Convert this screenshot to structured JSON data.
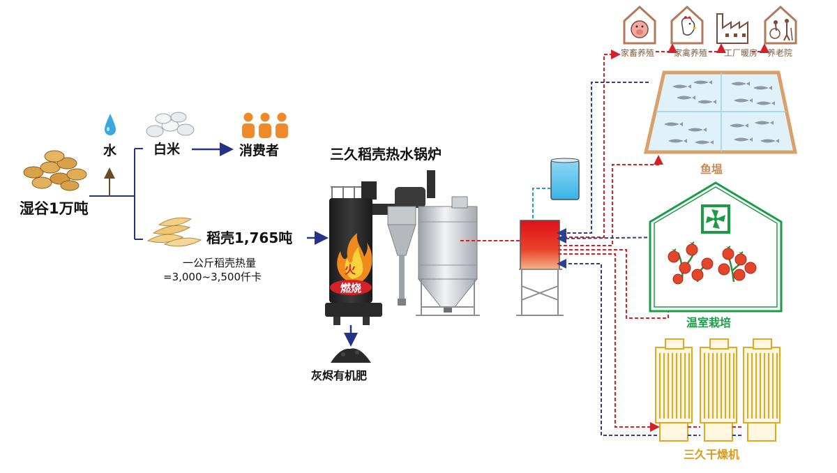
{
  "title": "三久稻壳热水锅炉",
  "input": {
    "label": "湿谷1万吨"
  },
  "water": {
    "label": "水"
  },
  "rice": {
    "label": "白米"
  },
  "consumer": {
    "label": "消费者"
  },
  "husk": {
    "label": "稻壳1,765吨",
    "note_line1": "一公斤稻壳热量",
    "note_line2": "=3,000~3,500仟卡"
  },
  "furnace": {
    "burn_label": "燃烧"
  },
  "ash": {
    "label": "灰烬有机肥"
  },
  "buildings": [
    {
      "label": "家畜养殖",
      "icon": "pig-icon"
    },
    {
      "label": "家禽养殖",
      "icon": "chicken-icon"
    },
    {
      "label": "工厂暖房",
      "icon": "factory-icon"
    },
    {
      "label": "养老院",
      "icon": "elderly-icon"
    }
  ],
  "fish_pond": {
    "label": "鱼塭"
  },
  "greenhouse": {
    "label": "温室栽培"
  },
  "dryer": {
    "label": "三久干燥机"
  },
  "colors": {
    "hot_line": "#d42027",
    "cold_line": "#2b3f8f",
    "water_line": "#1e9ad6",
    "flow_arrow": "#24338a",
    "greenhouse": "#1a9c46",
    "dryer": "#e3a820",
    "pond_border": "#d9a06a",
    "house_border": "#b07a5a"
  }
}
